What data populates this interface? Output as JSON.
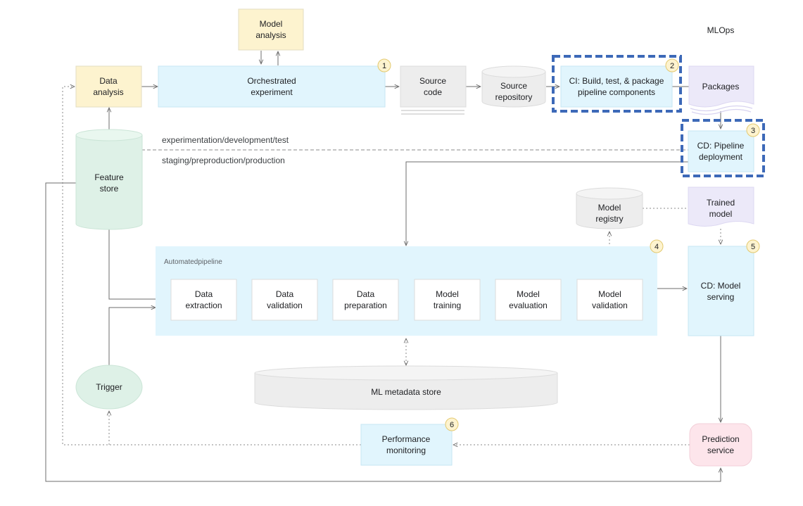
{
  "title": "MLOps",
  "nodes": {
    "model_analysis": [
      "Model",
      "analysis"
    ],
    "data_analysis": [
      "Data",
      "analysis"
    ],
    "orchestrated_experiment": [
      "Orchestrated",
      "experiment"
    ],
    "source_code": [
      "Source",
      "code"
    ],
    "source_repository": [
      "Source",
      "repository"
    ],
    "ci_build": [
      "CI: Build, test, & package",
      "pipeline components"
    ],
    "packages": [
      "Packages"
    ],
    "feature_store": [
      "Feature",
      "store"
    ],
    "cd_pipeline_deployment": [
      "CD: Pipeline",
      "deployment"
    ],
    "model_registry": [
      "Model",
      "registry"
    ],
    "trained_model": [
      "Trained",
      "model"
    ],
    "cd_model_serving": [
      "CD: Model",
      "serving"
    ],
    "trigger": [
      "Trigger"
    ],
    "ml_metadata_store": [
      "ML metadata store"
    ],
    "performance_monitoring": [
      "Performance",
      "monitoring"
    ],
    "prediction_service": [
      "Prediction",
      "service"
    ]
  },
  "pipeline": {
    "label": "Automatedpipeline",
    "steps": [
      [
        "Data",
        "extraction"
      ],
      [
        "Data",
        "validation"
      ],
      [
        "Data",
        "preparation"
      ],
      [
        "Model",
        "training"
      ],
      [
        "Model",
        "evaluation"
      ],
      [
        "Model",
        "validation"
      ]
    ]
  },
  "env_labels": {
    "upper": "experimentation/development/test",
    "lower": "staging/preproduction/production"
  },
  "badges": [
    "1",
    "2",
    "3",
    "4",
    "5",
    "6"
  ],
  "colors": {
    "highlight": "#3d69b8",
    "yellow": "#fdf3cf",
    "cyan": "#e1f5fd",
    "purple": "#ece9f9",
    "teal": "#def1e7",
    "pink": "#fde5eb",
    "grey": "#ededed"
  }
}
